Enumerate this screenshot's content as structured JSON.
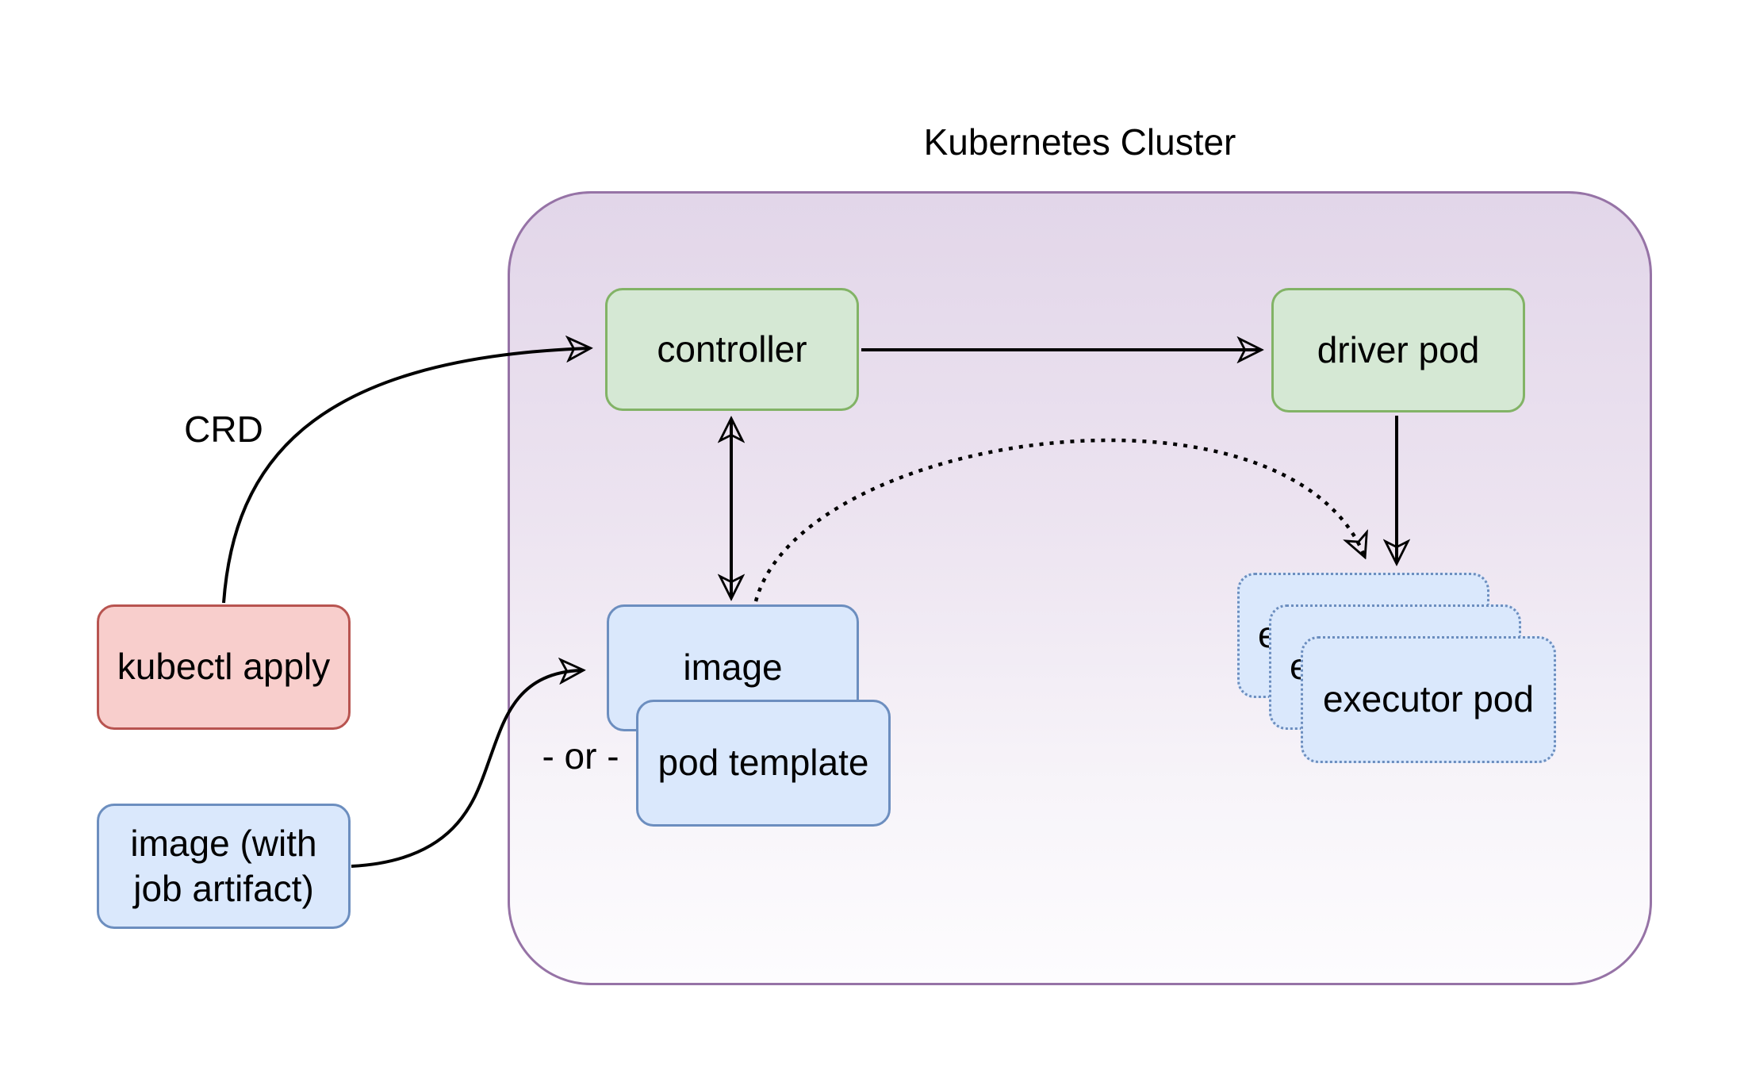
{
  "diagram": {
    "title": "Kubernetes Cluster",
    "nodes": {
      "controller": {
        "label": "controller"
      },
      "driver_pod": {
        "label": "driver pod"
      },
      "kubectl_apply": {
        "label": "kubectl apply"
      },
      "image_with_artifact": {
        "label": "image (with job artifact)"
      },
      "image": {
        "label": "image"
      },
      "pod_template": {
        "label": "pod template"
      },
      "executor_pod": {
        "label": "executor pod"
      }
    },
    "edge_labels": {
      "crd": "CRD",
      "or": "- or -"
    },
    "colors": {
      "purple_border": "#9673a6",
      "purple_fill_top": "#e2d6e9",
      "green_fill": "#d5e8d4",
      "green_border": "#82b366",
      "blue_fill": "#dae8fc",
      "blue_border": "#6c8ebf",
      "red_fill": "#f8cecc",
      "red_border": "#b85450",
      "arrow_color": "#000000"
    }
  }
}
